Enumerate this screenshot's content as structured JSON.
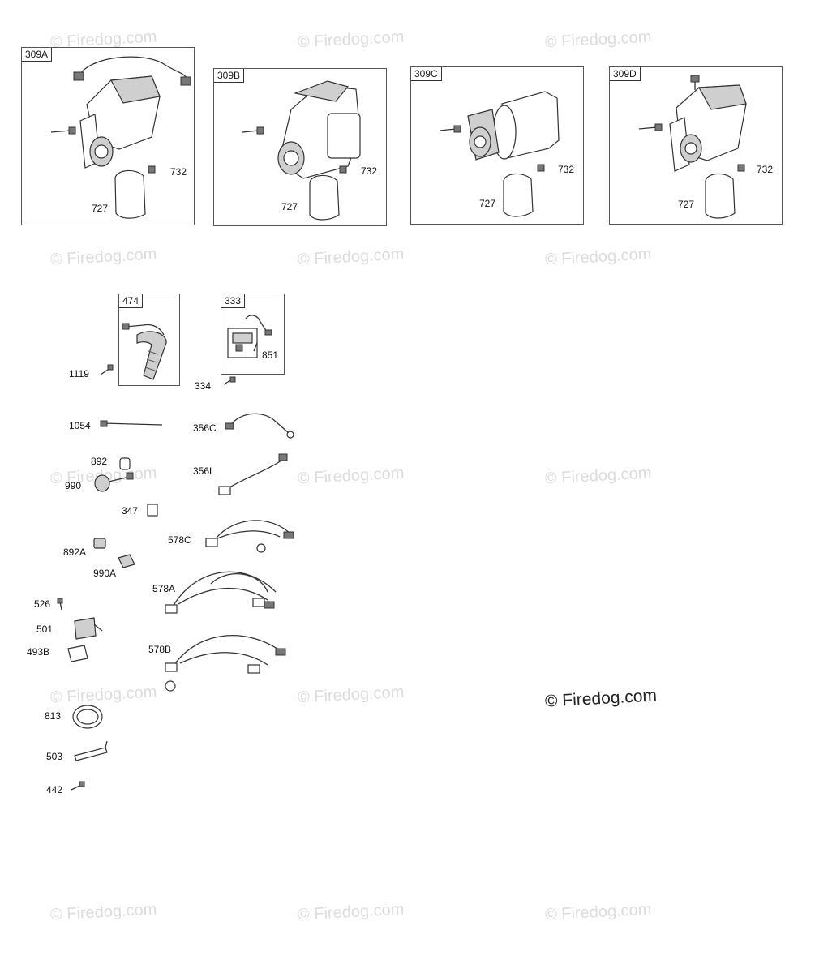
{
  "watermark": "© Firedog.com",
  "watermark_main": "© Firedog.com",
  "panels": [
    {
      "tag": "309A",
      "screw_label": "732",
      "cover_label": "727"
    },
    {
      "tag": "309B",
      "screw_label": "732",
      "cover_label": "727"
    },
    {
      "tag": "309C",
      "screw_label": "732",
      "cover_label": "727"
    },
    {
      "tag": "309D",
      "screw_label": "732",
      "cover_label": "727"
    }
  ],
  "box474": {
    "tag": "474"
  },
  "box333": {
    "tag": "333",
    "inner_label": "851"
  },
  "parts": {
    "p1119": "1119",
    "p334": "334",
    "p1054": "1054",
    "p356C": "356C",
    "p892": "892",
    "p990": "990",
    "p356L": "356L",
    "p347": "347",
    "p578C": "578C",
    "p892A": "892A",
    "p990A": "990A",
    "p578A": "578A",
    "p526": "526",
    "p501": "501",
    "p493B": "493B",
    "p578B": "578B",
    "p813": "813",
    "p503": "503",
    "p442": "442"
  }
}
